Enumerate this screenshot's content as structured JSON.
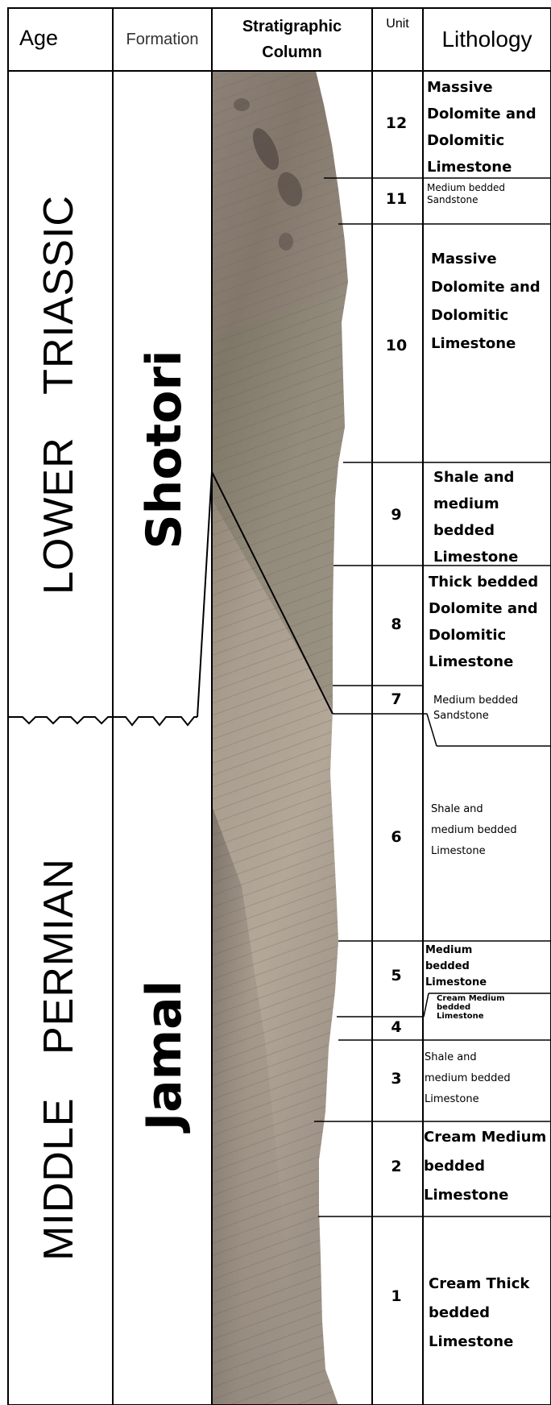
{
  "header": {
    "age": "Age",
    "formation": "Formation",
    "column": "Stratigraphic\nColumn",
    "unit": "Unit",
    "lithology": "Lithology"
  },
  "ages": {
    "upper": "LOWER TRIASSIC",
    "lower": "MIDDLE PERMIAN"
  },
  "formations": {
    "upper": "Shotori",
    "lower": "Jamal"
  },
  "units": [
    {
      "num": "12",
      "lith": "Massive\nDolomite and\nDolomitic\nLimestone"
    },
    {
      "num": "11",
      "lith": "Medium bedded\nSandstone"
    },
    {
      "num": "10",
      "lith": "Massive\nDolomite and\nDolomitic\nLimestone"
    },
    {
      "num": "9",
      "lith": "Shale and\nmedium\nbedded\nLimestone"
    },
    {
      "num": "8",
      "lith": "Thick bedded\nDolomite and\nDolomitic\nLimestone"
    },
    {
      "num": "7",
      "lith": "Medium bedded\nSandstone"
    },
    {
      "num": "6",
      "lith": "Shale and\nmedium bedded\nLimestone"
    },
    {
      "num": "5",
      "lith": "Medium\nbedded\nLimestone"
    },
    {
      "num": "4",
      "lith": "Cream Medium\nbedded\nLimestone"
    },
    {
      "num": "3",
      "lith": "Shale and\nmedium bedded\nLimestone"
    },
    {
      "num": "2",
      "lith": "Cream Medium\nbedded\nLimestone"
    },
    {
      "num": "1",
      "lith": "Cream Thick\nbedded\nLimestone"
    }
  ],
  "colors": {
    "rock_light": "#b3a79a",
    "rock_mid": "#9c8f82",
    "rock_dark": "#6d6259",
    "rock_upper": "#8f8376",
    "line": "#000000"
  }
}
